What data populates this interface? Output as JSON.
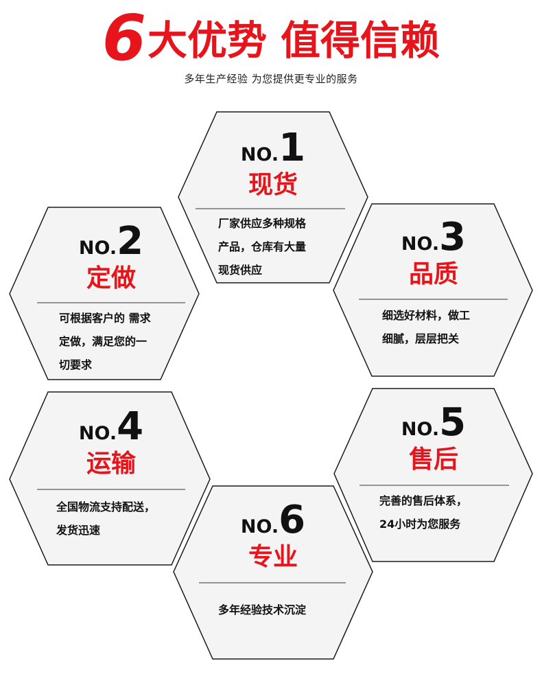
{
  "header": {
    "number": "6",
    "title_part1": "大优势",
    "title_part2": "值得信赖",
    "subtitle": "多年生产经验 为您提供更专业的服务"
  },
  "colors": {
    "accent": "#e8141b",
    "hex_fill": "#f4f4f4",
    "hex_stroke": "#1a1a1a",
    "text": "#111111"
  },
  "advantages": [
    {
      "no_prefix": "NO.",
      "no_digit": "1",
      "title": "现货",
      "lines": [
        "厂家供应多种规格",
        "产品，仓库有大量",
        "现货供应"
      ]
    },
    {
      "no_prefix": "NO.",
      "no_digit": "2",
      "title": "定做",
      "lines": [
        "可根据客户的 需求",
        "定做，满足您的一",
        "切要求"
      ]
    },
    {
      "no_prefix": "NO.",
      "no_digit": "3",
      "title": "品质",
      "lines": [
        "细选好材料，做工",
        "细腻，层层把关"
      ]
    },
    {
      "no_prefix": "NO.",
      "no_digit": "4",
      "title": "运输",
      "lines": [
        "全国物流支持配送，",
        "发货迅速"
      ]
    },
    {
      "no_prefix": "NO.",
      "no_digit": "5",
      "title": "售后",
      "lines": [
        "完善的售后体系，",
        "24小时为您服务"
      ]
    },
    {
      "no_prefix": "NO.",
      "no_digit": "6",
      "title": "专业",
      "lines": [
        "多年经验技术沉淀"
      ]
    }
  ]
}
